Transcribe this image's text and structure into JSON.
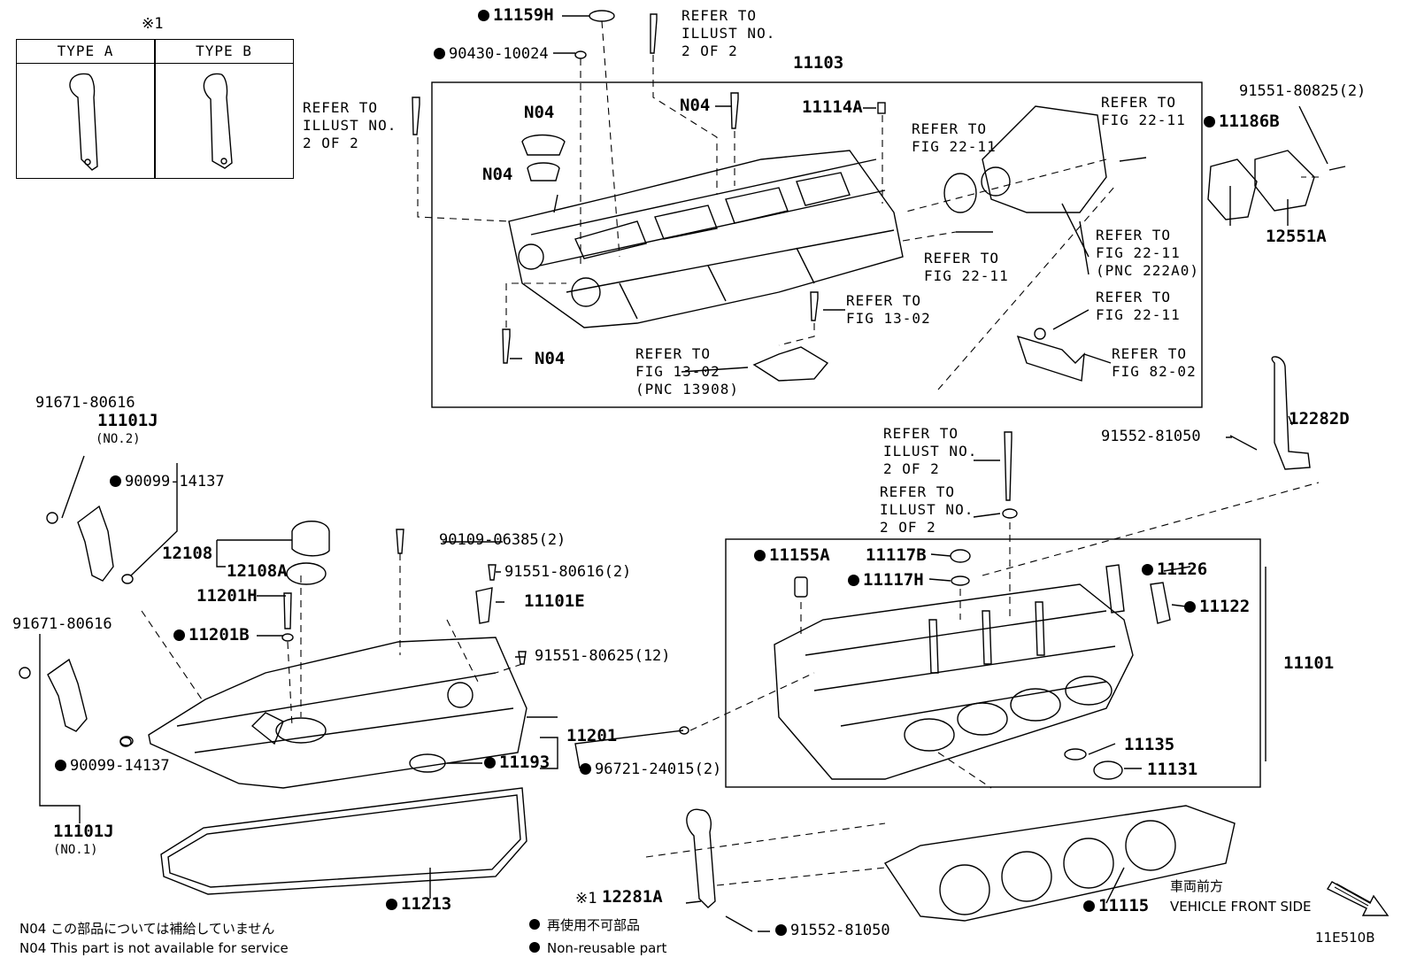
{
  "type_table": {
    "marker": "※1",
    "col_a": "TYPE A",
    "col_b": "TYPE B"
  },
  "parts": {
    "p11159H": "11159H",
    "p90430": "90430-10024",
    "p11103": "11103",
    "n04_top": "N04",
    "n04_mid": "N04",
    "n04_left": "N04",
    "n04_bottom": "N04",
    "p11114A": "11114A",
    "p11186B": "11186B",
    "p91551_80825": "91551-80825(2)",
    "p12551A": "12551A",
    "p91671_a": "91671-80616",
    "p11101J_2": "11101J",
    "p11101J_2_sub": "(NO.2)",
    "p90099_a": "90099-14137",
    "p12108": "12108",
    "p12108A": "12108A",
    "p90109": "90109-06385(2)",
    "p91551_80616": "91551-80616(2)",
    "p11101E": "11101E",
    "p11201H": "11201H",
    "p11201B": "11201B",
    "p91551_80625": "91551-80625(12)",
    "p91671_b": "91671-80616",
    "p11201": "11201",
    "p90099_b": "90099-14137",
    "p11193": "11193",
    "p96721": "96721-24015(2)",
    "p11101J_1": "11101J",
    "p11101J_1_sub": "(NO.1)",
    "p11213": "11213",
    "p12282D": "12282D",
    "p91552_a": "91552-81050",
    "p11155A": "11155A",
    "p11117B": "11117B",
    "p11117H": "11117H",
    "p11126": "11126",
    "p11122": "11122",
    "p11101": "11101",
    "p11135": "11135",
    "p11131": "11131",
    "p11115": "11115",
    "p12281A": "12281A",
    "p12281A_mark": "※1",
    "p91552_b": "91552-81050"
  },
  "refs": {
    "r_illust_top": "REFER TO\nILLUST NO.\n2 OF 2",
    "r_illust_left": "REFER TO\nILLUST NO.\n2 OF 2",
    "r_fig2211_a": "REFER TO\nFIG 22-11",
    "r_fig2211_b": "REFER TO\nFIG 22-11",
    "r_fig2211_c": "REFER TO\nFIG 22-11",
    "r_fig2211_d": "REFER TO\nFIG 22-11\n(PNC 222A0)",
    "r_fig2211_e": "REFER TO\nFIG 22-11",
    "r_fig8202": "REFER TO\nFIG 82-02",
    "r_fig1302_a": "REFER TO\nFIG 13-02",
    "r_fig1302_b": "REFER TO\nFIG 13-02\n(PNC 13908)",
    "r_illust_mid1": "REFER TO\nILLUST NO.\n2 OF 2",
    "r_illust_mid2": "REFER TO\nILLUST NO.\n2 OF 2"
  },
  "direction": {
    "jp": "車両前方",
    "en": "VEHICLE FRONT SIDE"
  },
  "notes": {
    "n04_jp": "N04  この部品については補給していません",
    "n04_en": "N04  This part is not available for service",
    "nr_jp": "再使用不可部品",
    "nr_en": "Non-reusable part"
  },
  "figure_code": "11E510B"
}
